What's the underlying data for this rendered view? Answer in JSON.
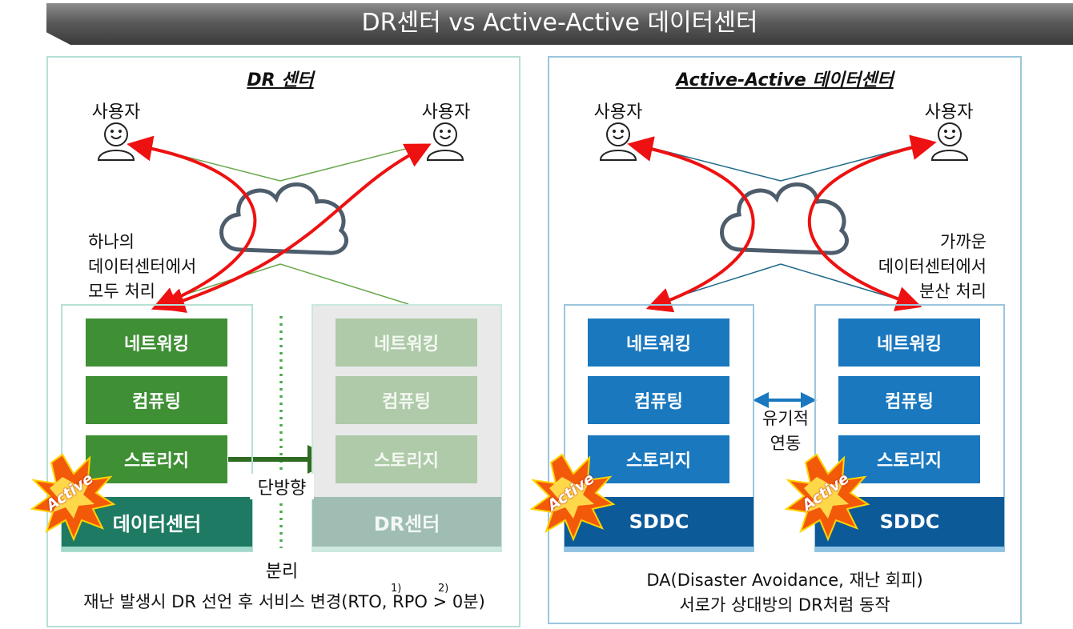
{
  "title": "DR센터 vs Active-Active 데이터센터",
  "colors": {
    "dr_green": "#3f8f35",
    "dr_base": "#1e7a62",
    "faded_green": "#aecaa8",
    "faded_base": "#9fbdb3",
    "aa_blue": "#1a78bf",
    "aa_base": "#0d5a99",
    "arrow_red": "#ee1111"
  },
  "left": {
    "heading": "DR 센터",
    "user_left": "사용자",
    "user_right": "사용자",
    "note": [
      "하나의",
      "데이터센터에서",
      "모두 처리"
    ],
    "primary": {
      "blocks": [
        "네트워킹",
        "컴퓨팅",
        "스토리지"
      ],
      "base": "데이터센터",
      "badge": "Active"
    },
    "secondary": {
      "blocks": [
        "네트워킹",
        "컴퓨팅",
        "스토리지"
      ],
      "base": "DR센터"
    },
    "arrow_label": "단방향",
    "separator_label": "분리",
    "footer": "재난 발생시 DR 선언 후 서비스 변경(RTO, RPO > 0분)",
    "footnote_1": "1)",
    "footnote_2": "2)"
  },
  "right": {
    "heading": "Active-Active 데이터센터",
    "user_left": "사용자",
    "user_right": "사용자",
    "note": [
      "가까운",
      "데이터센터에서",
      "분산 처리"
    ],
    "dc1": {
      "blocks": [
        "네트워킹",
        "컴퓨팅",
        "스토리지"
      ],
      "base": "SDDC",
      "badge": "Active"
    },
    "dc2": {
      "blocks": [
        "네트워킹",
        "컴퓨팅",
        "스토리지"
      ],
      "base": "SDDC",
      "badge": "Active"
    },
    "link_label": [
      "유기적",
      "연동"
    ],
    "footer": [
      "DA(Disaster Avoidance, 재난 회피)",
      "서로가 상대방의 DR처럼 동작"
    ]
  }
}
